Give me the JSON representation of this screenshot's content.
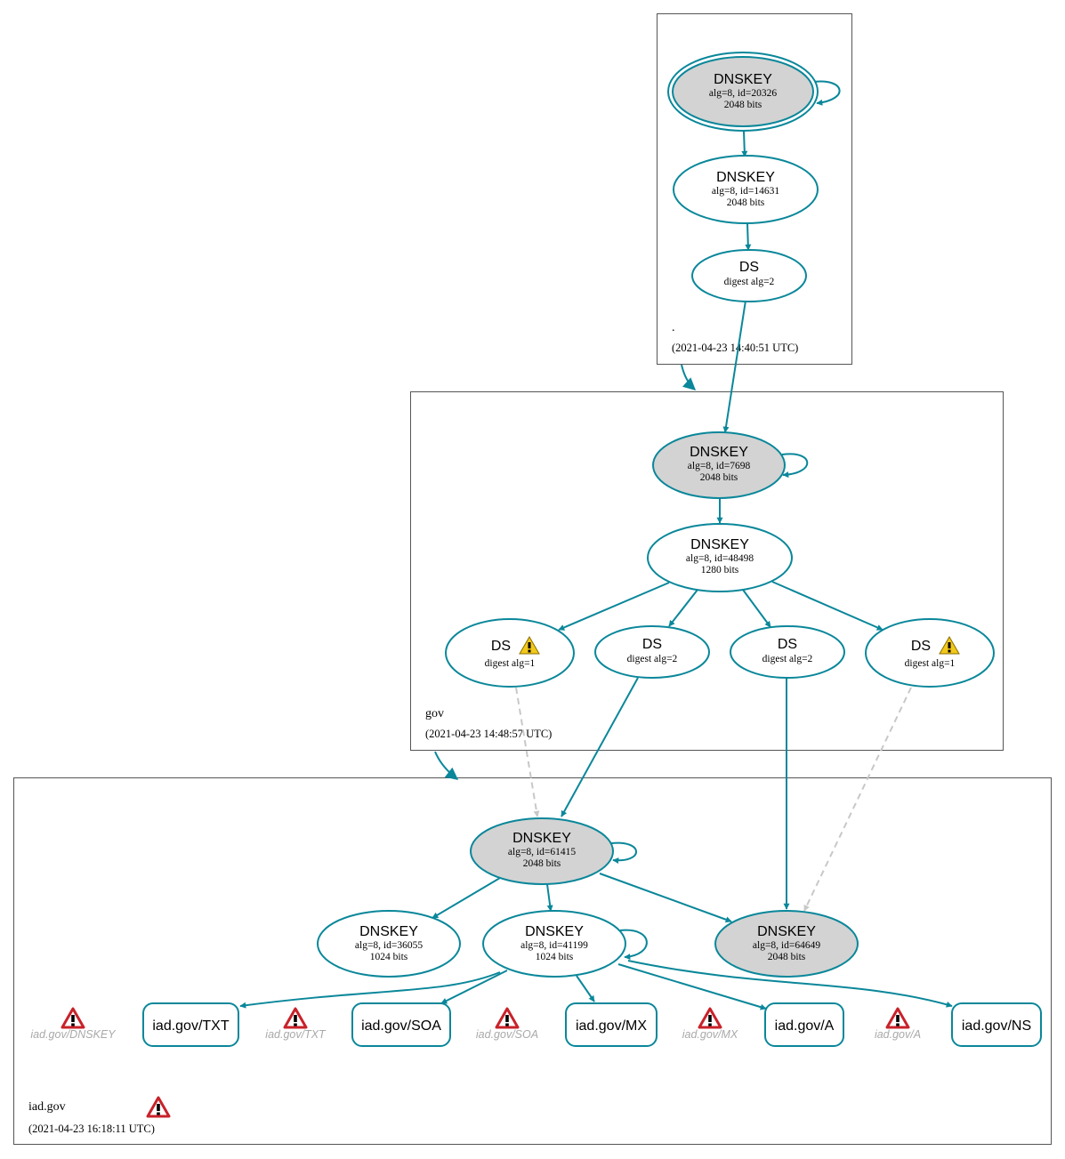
{
  "zones": {
    "root": {
      "name": ".",
      "timestamp": "(2021-04-23 14:40:51 UTC)"
    },
    "gov": {
      "name": "gov",
      "timestamp": "(2021-04-23 14:48:57 UTC)"
    },
    "iad": {
      "name": "iad.gov",
      "timestamp": "(2021-04-23 16:18:11 UTC)"
    }
  },
  "nodes": {
    "root_ksk": {
      "title": "DNSKEY",
      "l1": "alg=8, id=20326",
      "l2": "2048 bits"
    },
    "root_zsk": {
      "title": "DNSKEY",
      "l1": "alg=8, id=14631",
      "l2": "2048 bits"
    },
    "root_ds": {
      "title": "DS",
      "l1": "digest alg=2"
    },
    "gov_ksk": {
      "title": "DNSKEY",
      "l1": "alg=8, id=7698",
      "l2": "2048 bits"
    },
    "gov_zsk": {
      "title": "DNSKEY",
      "l1": "alg=8, id=48498",
      "l2": "1280 bits"
    },
    "gov_ds1": {
      "title": "DS",
      "l1": "digest alg=1"
    },
    "gov_ds2": {
      "title": "DS",
      "l1": "digest alg=2"
    },
    "gov_ds3": {
      "title": "DS",
      "l1": "digest alg=2"
    },
    "gov_ds4": {
      "title": "DS",
      "l1": "digest alg=1"
    },
    "iad_ksk": {
      "title": "DNSKEY",
      "l1": "alg=8, id=61415",
      "l2": "2048 bits"
    },
    "iad_key1": {
      "title": "DNSKEY",
      "l1": "alg=8, id=36055",
      "l2": "1024 bits"
    },
    "iad_key2": {
      "title": "DNSKEY",
      "l1": "alg=8, id=41199",
      "l2": "1024 bits"
    },
    "iad_key3": {
      "title": "DNSKEY",
      "l1": "alg=8, id=64649",
      "l2": "2048 bits"
    }
  },
  "rrsets": [
    "iad.gov/TXT",
    "iad.gov/SOA",
    "iad.gov/MX",
    "iad.gov/A",
    "iad.gov/NS"
  ],
  "errors": [
    "iad.gov/DNSKEY",
    "iad.gov/TXT",
    "iad.gov/SOA",
    "iad.gov/MX",
    "iad.gov/A"
  ],
  "colors": {
    "edge": "#0a879a",
    "insecure_edge": "#c8c8c8",
    "ksk_fill": "#d3d3d3",
    "warning": "#f2c81a",
    "error": "#c8222a"
  },
  "icons": {
    "warning": "warning-icon",
    "error": "error-icon"
  }
}
